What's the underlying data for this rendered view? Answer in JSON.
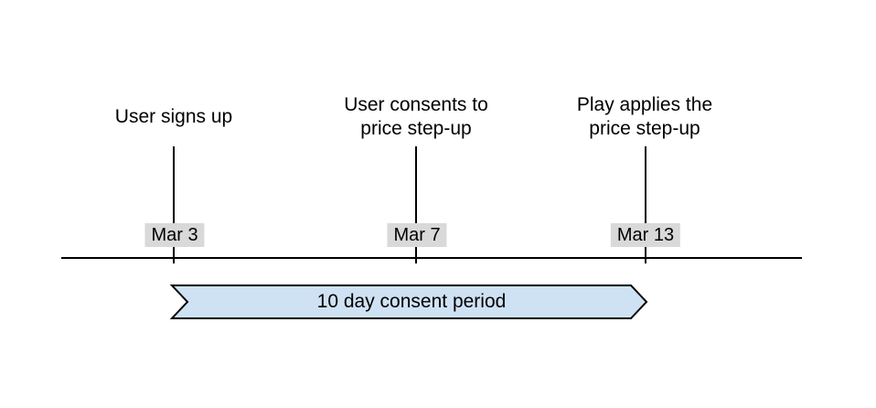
{
  "timeline": {
    "events": [
      {
        "label": "User signs up",
        "date": "Mar 3"
      },
      {
        "label": "User consents to\nprice step-up",
        "date": "Mar 7"
      },
      {
        "label": "Play applies the\nprice step-up",
        "date": "Mar 13"
      }
    ],
    "period": {
      "label": "10 day consent period",
      "start_date": "Mar 3",
      "end_date": "Mar 13"
    },
    "colors": {
      "banner_fill": "#cfe2f3",
      "banner_stroke": "#000000",
      "date_chip_bg": "#d9d9d9",
      "axis": "#000000",
      "text": "#000000",
      "background": "#ffffff"
    }
  }
}
